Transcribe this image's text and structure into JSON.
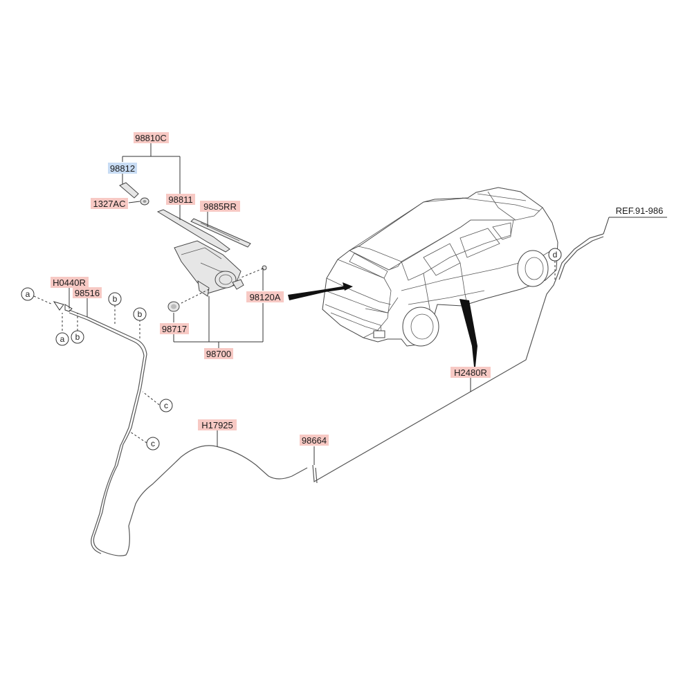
{
  "labels": {
    "p98810C": "98810C",
    "p98812": "98812",
    "p1327AC": "1327AC",
    "p98811": "98811",
    "p9885RR": "9885RR",
    "p98120A": "98120A",
    "p98717": "98717",
    "p98700": "98700",
    "pH0440R": "H0440R",
    "p98516": "98516",
    "pREF": "REF.91-986",
    "pH2480R": "H2480R",
    "pH17925": "H17925",
    "p98664": "98664"
  },
  "connectors": {
    "a1": "a",
    "a2": "a",
    "b1": "b",
    "b2": "b",
    "b3": "b",
    "c1": "c",
    "c2": "c",
    "d1": "d"
  },
  "colors": {
    "label_highlight": "#f7c9c4",
    "label_highlight_alt": "#c8dcf4"
  }
}
